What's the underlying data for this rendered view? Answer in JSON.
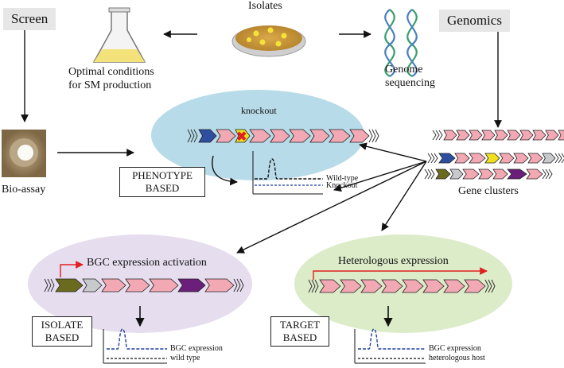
{
  "headers": {
    "screen": "Screen",
    "genomics": "Genomics"
  },
  "top": {
    "isolates": "Isolates",
    "optimal_line1": "Optimal conditions",
    "optimal_line2": "for SM production",
    "genome_line1": "Genome",
    "genome_line2": "sequencing"
  },
  "left": {
    "bioassay": "Bio-assay"
  },
  "knockout_panel": {
    "title": "knockout",
    "box_line1": "PHENOTYPE",
    "box_line2": "BASED",
    "legend_wild": "Wild-type",
    "legend_knock": "Knockout"
  },
  "right": {
    "gene_clusters": "Gene clusters"
  },
  "bgc_panel": {
    "title": "BGC expression activation",
    "box_line1": "ISOLATE",
    "box_line2": "BASED",
    "legend_bgc": "BGC expression",
    "legend_wild": "wild type"
  },
  "hetero_panel": {
    "title": "Heterologous expression",
    "box_line1": "TARGET",
    "box_line2": "BASED",
    "legend_bgc": "BGC expression",
    "legend_host": "heterologous host"
  },
  "colors": {
    "pink": "#f2a9b4",
    "blue": "#2e4fa0",
    "yellow": "#f0e020",
    "olive": "#6b6b1f",
    "grey": "#c7c9cc",
    "purple": "#6b1f7a",
    "panel_blue": "#b7dbe9",
    "panel_purple": "#e6ddef",
    "panel_green": "#dcebc8",
    "red": "#e02020"
  }
}
